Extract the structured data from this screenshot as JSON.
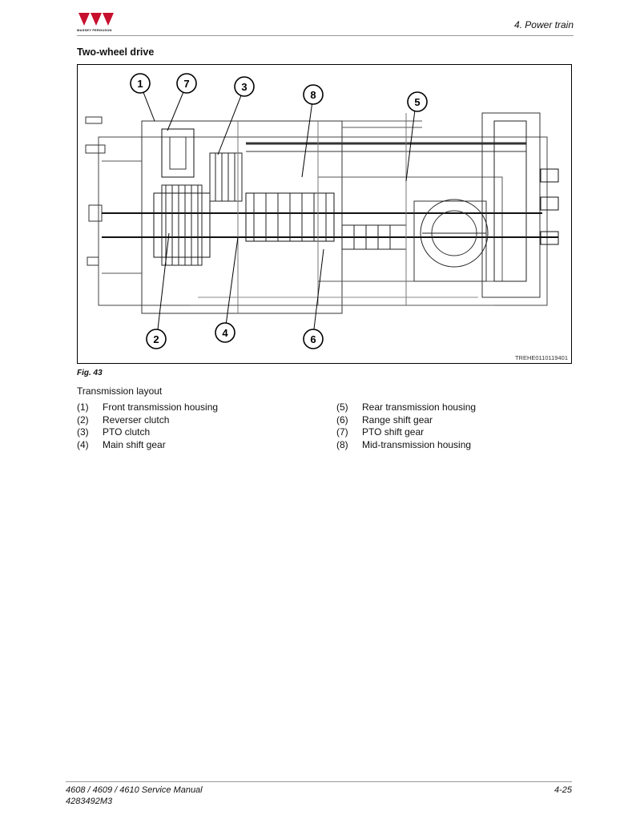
{
  "header": {
    "brand": "MASSEY FERGUSON",
    "chapter": "4. Power train",
    "brand_color": "#c8102e"
  },
  "section": {
    "title": "Two-wheel drive"
  },
  "figure": {
    "image_code": "TREHE0110119401",
    "callouts": [
      "1",
      "2",
      "3",
      "4",
      "5",
      "6",
      "7",
      "8"
    ],
    "label": "Fig. 43",
    "caption": "Transmission layout"
  },
  "legend": [
    {
      "num": "(1)",
      "label": "Front transmission housing"
    },
    {
      "num": "(2)",
      "label": "Reverser clutch"
    },
    {
      "num": "(3)",
      "label": "PTO clutch"
    },
    {
      "num": "(4)",
      "label": "Main shift gear"
    },
    {
      "num": "(5)",
      "label": "Rear transmission housing"
    },
    {
      "num": "(6)",
      "label": "Range shift gear"
    },
    {
      "num": "(7)",
      "label": "PTO shift gear"
    },
    {
      "num": "(8)",
      "label": "Mid-transmission housing"
    }
  ],
  "footer": {
    "manual": "4608 / 4609 / 4610 Service Manual",
    "part_number": "4283492M3",
    "page": "4-25"
  }
}
